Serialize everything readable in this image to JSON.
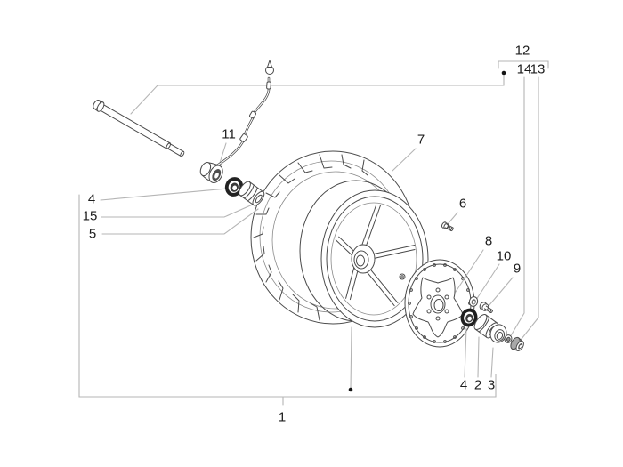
{
  "diagram": {
    "kind": "exploded-parts-line-drawing",
    "subject": "front wheel assembly"
  },
  "colors": {
    "background": "#ffffff",
    "part_ink": "#4a4a4a",
    "leader_line": "#b5b5b5",
    "label_text": "#1d1d1d"
  },
  "callouts": {
    "1": "1",
    "2": "2",
    "3": "3",
    "4_left": "4",
    "4_bottom": "4",
    "5": "5",
    "6": "6",
    "7": "7",
    "8": "8",
    "9": "9",
    "10": "10",
    "11": "11",
    "12": "12",
    "13": "13",
    "14": "14",
    "15": "15"
  }
}
